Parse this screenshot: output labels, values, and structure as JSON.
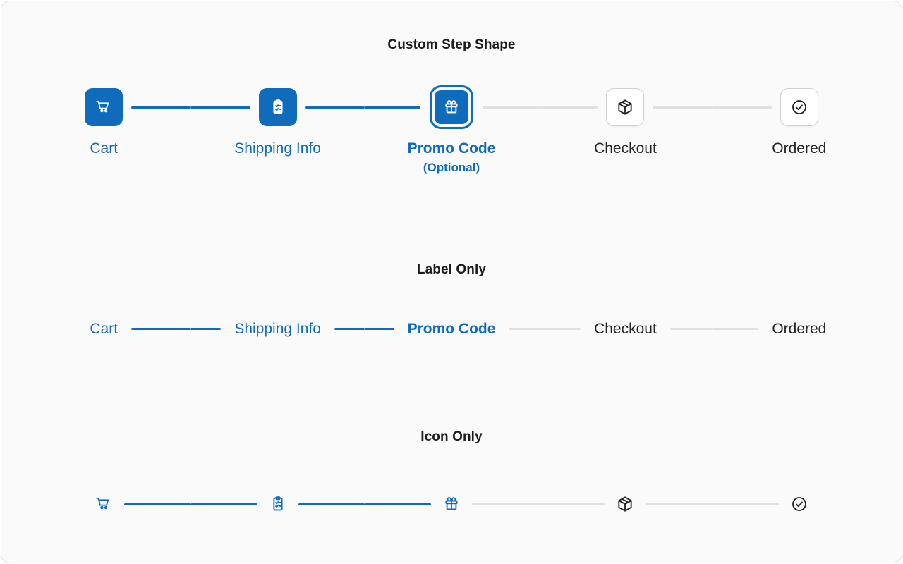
{
  "window": {
    "background": "#ffffff",
    "card_background": "#fafafa",
    "card_border": "#e0e0e0"
  },
  "colors": {
    "brand": "#0f6cbd",
    "pending_line": "#e0e0e0",
    "pending_border": "#d1d1d1",
    "text": "#242424"
  },
  "sections": [
    {
      "id": "custom-step-shape",
      "title": "Custom Step Shape",
      "variant": "shape-and-label",
      "steps": [
        {
          "label": "Cart",
          "icon": "cart-icon",
          "state": "completed"
        },
        {
          "label": "Shipping Info",
          "icon": "clipboard-checklist-icon",
          "state": "completed"
        },
        {
          "label": "Promo Code",
          "sublabel": "(Optional)",
          "icon": "gift-icon",
          "state": "current"
        },
        {
          "label": "Checkout",
          "icon": "package-box-icon",
          "state": "pending"
        },
        {
          "label": "Ordered",
          "icon": "checkmark-circle-icon",
          "state": "pending"
        }
      ]
    },
    {
      "id": "label-only",
      "title": "Label Only",
      "variant": "label-only",
      "steps": [
        {
          "label": "Cart",
          "state": "completed"
        },
        {
          "label": "Shipping Info",
          "state": "completed"
        },
        {
          "label": "Promo Code",
          "state": "current"
        },
        {
          "label": "Checkout",
          "state": "pending"
        },
        {
          "label": "Ordered",
          "state": "pending"
        }
      ]
    },
    {
      "id": "icon-only",
      "title": "Icon Only",
      "variant": "icon-only",
      "steps": [
        {
          "icon": "cart-icon",
          "state": "completed"
        },
        {
          "icon": "clipboard-checklist-icon",
          "state": "completed"
        },
        {
          "icon": "gift-icon",
          "state": "current"
        },
        {
          "icon": "package-box-icon",
          "state": "pending"
        },
        {
          "icon": "checkmark-circle-icon",
          "state": "pending"
        }
      ]
    }
  ]
}
